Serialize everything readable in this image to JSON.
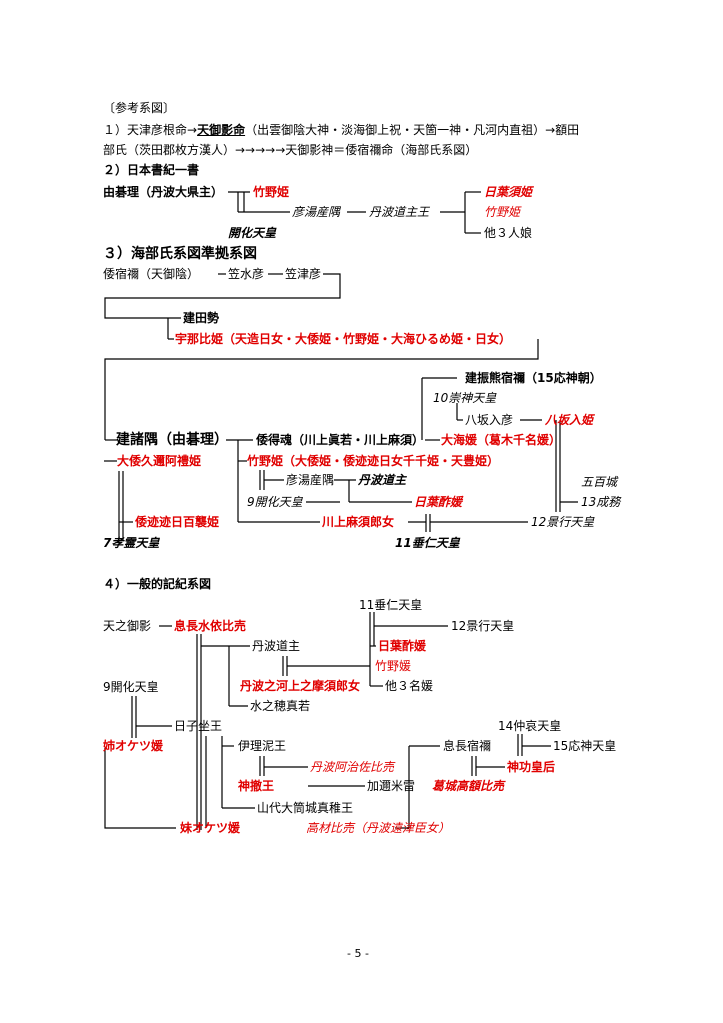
{
  "header": {
    "title": "〔参考系図〕",
    "line1_pre": "１）天津彦根命→",
    "line1_name": "天御影命",
    "line1_post": "（出雲御陰大神・淡海御上祝・天箇一神・凡河内直祖）→額田",
    "line2": "部氏（茨田郡枚方漢人）→→→→→天御影神＝倭宿禰命（海部氏系図）",
    "sec2": "２）日本書紀一書"
  },
  "s2": {
    "yuki": "由碁理（丹波大県主）",
    "takeno": "竹野姫",
    "kaika": "開化天皇",
    "hikoyumusumi": "彦湯産隅",
    "tanba_michi": "丹波道主王",
    "hibasu": "日葉須姫",
    "takenohime": "竹野姫",
    "hoka3": "他３人娘"
  },
  "s3": {
    "title": "３）海部氏系図準拠系図",
    "yamato": "倭宿禰（天御陰）",
    "kasamizu": "笠水彦",
    "kasatsu": "笠津彦",
    "takedakatsu": "建田勢",
    "uzuhime": "宇那比姫（天造日女・大倭姫・竹野姫・大海ひるめ姫・日女）",
    "takefuru": "建振熊宿禰（15応神朝）",
    "sujin": "10崇神天皇",
    "yasaka_hiko": "八坂入彦",
    "yasaka_hime": "八坂入姫",
    "takemoroi": "建諸隅（由碁理）",
    "yamatoere": "倭得魂（川上眞若・川上麻須）",
    "ooamahime": "大海媛（葛木千名媛）",
    "ooyamato_kuni": "大倭久邇阿禮姫",
    "takeno_full": "竹野姫（大倭姫・倭迹迹日女千千姫・天豊姫）",
    "hikoyu": "彦湯産隅",
    "tanba_michinushi": "丹波道主",
    "kaika9": "9開化天皇",
    "hibasu2": "日葉酢媛",
    "iohiki": "五百城",
    "seimu": "13成務",
    "yamatoto": "倭迹迹日百襲姫",
    "kawakami": "川上麻須郎女",
    "keiko12": "12景行天皇",
    "korei7": "7孝霊天皇",
    "suinin11": "11垂仁天皇"
  },
  "s4": {
    "title": "４）一般的記紀系図",
    "suinin": "11垂仁天皇",
    "amanomikage": "天之御影",
    "okinaga": "息長水依比売",
    "keiko": "12景行天皇",
    "tanba": "丹波道主",
    "hibasu": "日葉酢媛",
    "takeno": "竹野媛",
    "tanba_kawakami": "丹波之河上之摩須郎女",
    "hoka3": "他３名媛",
    "mizunoho": "水之穂真若",
    "kaika": "9開化天皇",
    "hikoimasu": "日子坐王",
    "chuai": "14仲哀天皇",
    "aneoketsu": "姉オケツ媛",
    "iribiko": "伊理泥王",
    "okinaga_sukune": "息長宿禰",
    "ojin": "15応神天皇",
    "tanba_achi": "丹波阿治佐比売",
    "jingu": "神功皇后",
    "kamunara": "神撤王",
    "kaname": "加邇米雷",
    "katsuragi": "葛城高額比売",
    "yamashiro": "山代大筒城真稚王",
    "imooketsu": "妹オケツ媛",
    "takanuka": "高材比売（丹波遠津臣女）"
  },
  "footer": {
    "page": "- 5 -"
  }
}
